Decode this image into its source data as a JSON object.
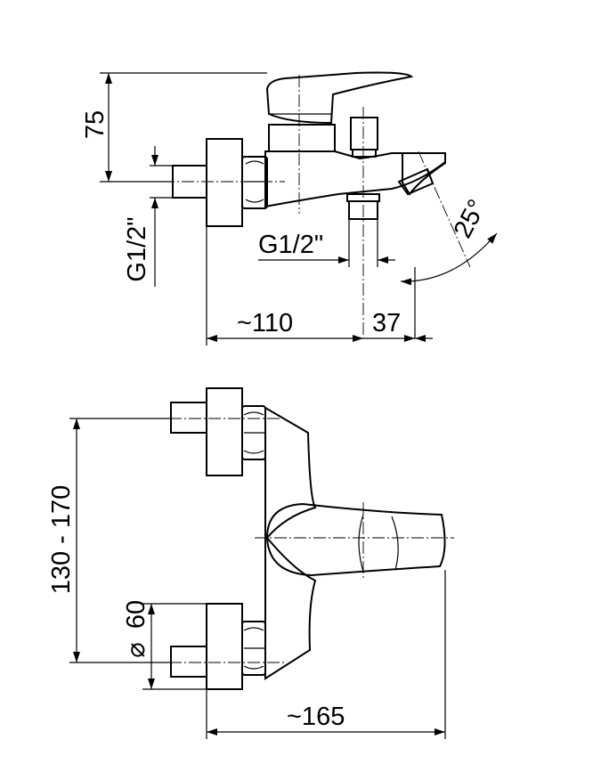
{
  "side_view": {
    "dim_height": "75",
    "dim_thread_inlet": "G1/2\"",
    "dim_thread_outlet": "G1/2\"",
    "dim_angle": "25°",
    "dim_depth": "~110",
    "dim_spout": "37"
  },
  "front_view": {
    "dim_centers": "130 - 170",
    "dim_diameter": "60",
    "diameter_symbol": "⌀",
    "dim_width": "~165"
  }
}
